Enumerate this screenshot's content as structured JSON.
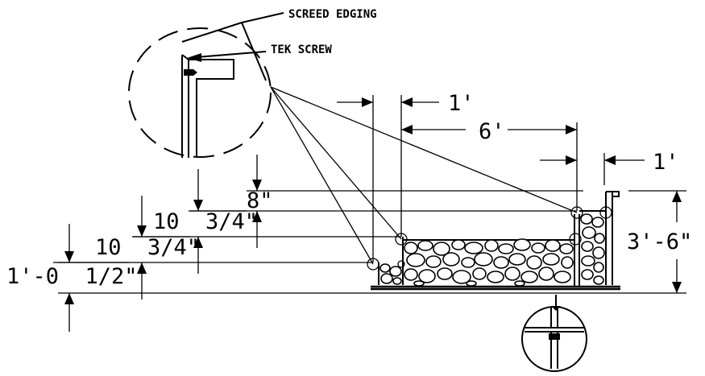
{
  "labels": {
    "screed_edging": "SCREED EDGING",
    "tek_screw": "TEK SCREW"
  },
  "dimensions": {
    "span_1ft_left": "1'",
    "span_6ft": "6'",
    "span_1ft_right": "1'",
    "rise_8in": "8\"",
    "rise_10_3_4_upper": "10  3/4\"",
    "rise_10_3_4_lower": "10  3/4\"",
    "rise_1ft_half": "1'-0  1/2\"",
    "total_3ft_6in": "3'-6\""
  }
}
